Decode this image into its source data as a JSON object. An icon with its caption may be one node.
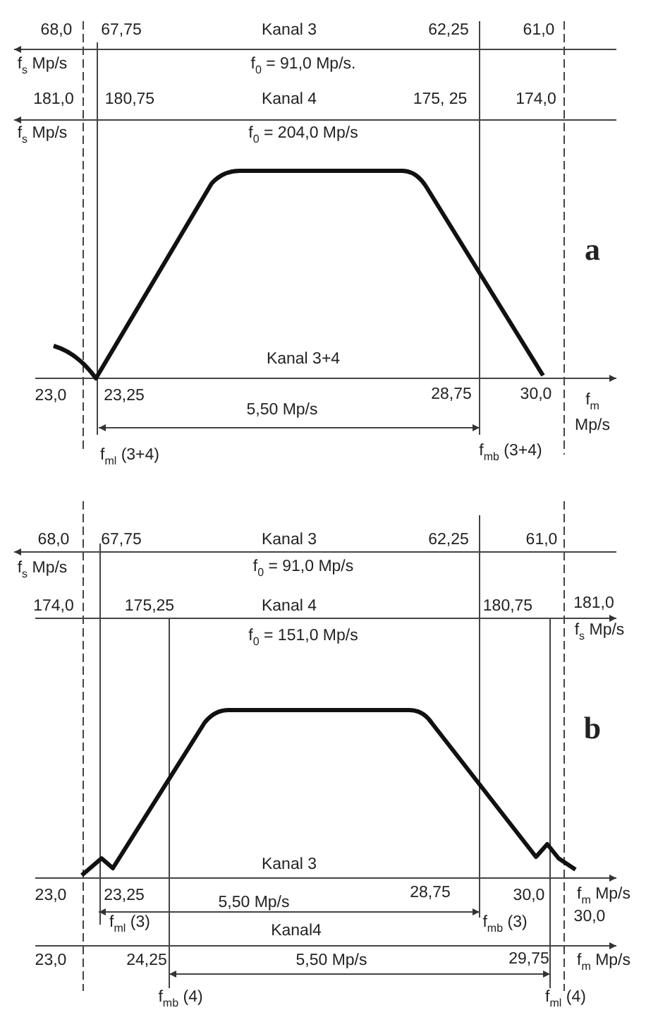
{
  "diagram": {
    "labels": [
      "68,0",
      "67,75",
      "Kanal 3",
      "62,25",
      "61,0",
      "f$_{s}$ Mp/s",
      "f$_{0}$ = 91,0 Mp/s.",
      "181,0",
      "180,75",
      "Kanal 4",
      "175, 25",
      "174,0",
      "f$_{s}$ Mp/s",
      "f$_{0}$ = 204,0 Mp/s",
      "a",
      "Kanal 3+4",
      "23,0",
      "23,25",
      "28,75",
      "30,0",
      "f$_{m}$",
      "5,50 Mp/s",
      "Mp/s",
      "f$_{ml}$ (3+4)",
      "f$_{mb}$ (3+4)",
      "68,0",
      "67,75",
      "Kanal 3",
      "62,25",
      "61,0",
      "f$_{s}$ Mp/s",
      "f$_{0}$ = 91,0 Mp/s",
      "174,0",
      "175,25",
      "Kanal 4",
      "180,75",
      "181,0",
      "f$_{0}$ = 151,0 Mp/s",
      "f$_{s}$ Mp/s",
      "b",
      "Kanal 3",
      "23,0",
      "23,25",
      "5,50 Mp/s",
      "28,75",
      "30,0",
      "f$_{m}$ Mp/s",
      "f$_{ml}$ (3)",
      "f$_{mb}$ (3)",
      "30,0",
      "Kanal4",
      "23,0",
      "24,25",
      "5,50 Mp/s",
      "29,75",
      "f$_{m}$ Mp/s",
      "f$_{mb}$ (4)",
      "f$_{ml}$ (4)"
    ]
  }
}
